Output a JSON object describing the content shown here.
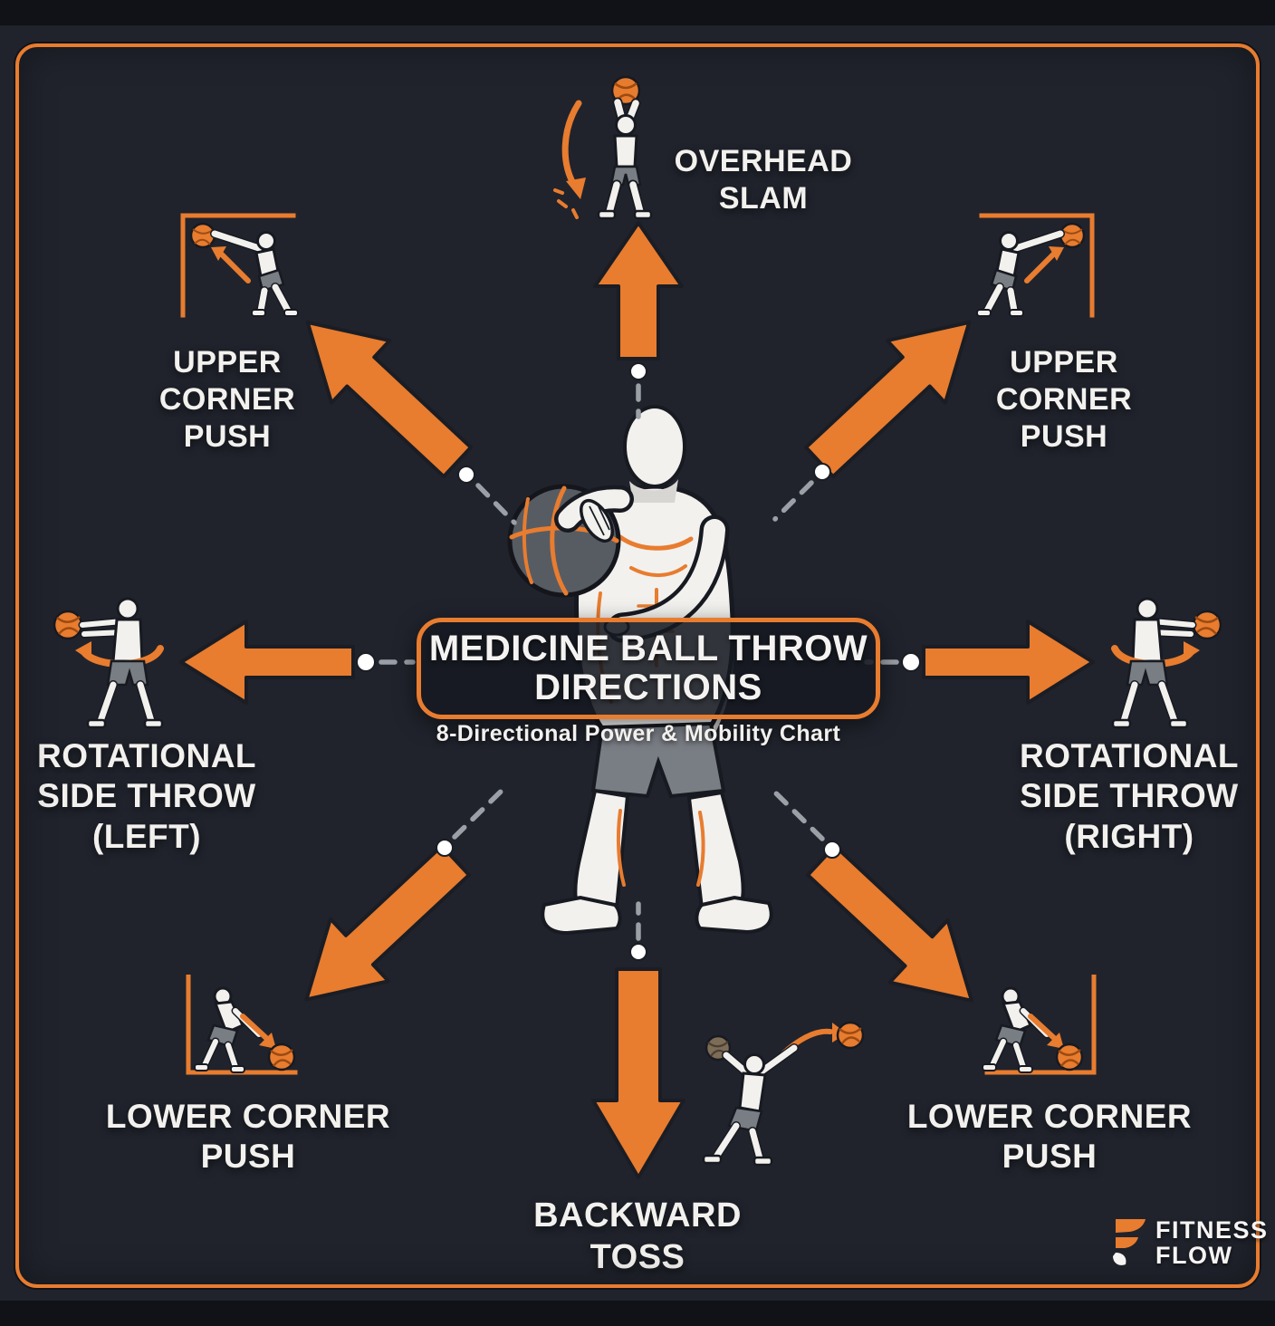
{
  "title": {
    "line1": "MEDICINE BALL THROW",
    "line2": "DIRECTIONS",
    "subtitle": "8-Directional Power & Mobility Chart"
  },
  "labels": {
    "north": [
      "OVERHEAD",
      "SLAM"
    ],
    "northwest": [
      "UPPER",
      "CORNER",
      "PUSH"
    ],
    "northeast": [
      "UPPER",
      "CORNER",
      "PUSH"
    ],
    "west": [
      "ROTATIONAL",
      "SIDE THROW",
      "(LEFT)"
    ],
    "east": [
      "ROTATIONAL",
      "SIDE THROW",
      "(RIGHT)"
    ],
    "southwest": [
      "LOWER CORNER",
      "PUSH"
    ],
    "southeast": [
      "LOWER CORNER",
      "PUSH"
    ],
    "south": [
      "BACKWARD",
      "TOSS"
    ]
  },
  "logo": {
    "line1": "FITNESS",
    "line2": "FLOW"
  },
  "directions_count": "8",
  "colors": {
    "accent_orange": "#e87c2f",
    "background": "#20232c",
    "outer_band": "#101217",
    "text": "#f2f1ee",
    "figure_body": "#f2f1ee",
    "shorts_gray": "#797d84",
    "center_ball": "#575c63",
    "dash_gray": "#9aa0a6"
  }
}
